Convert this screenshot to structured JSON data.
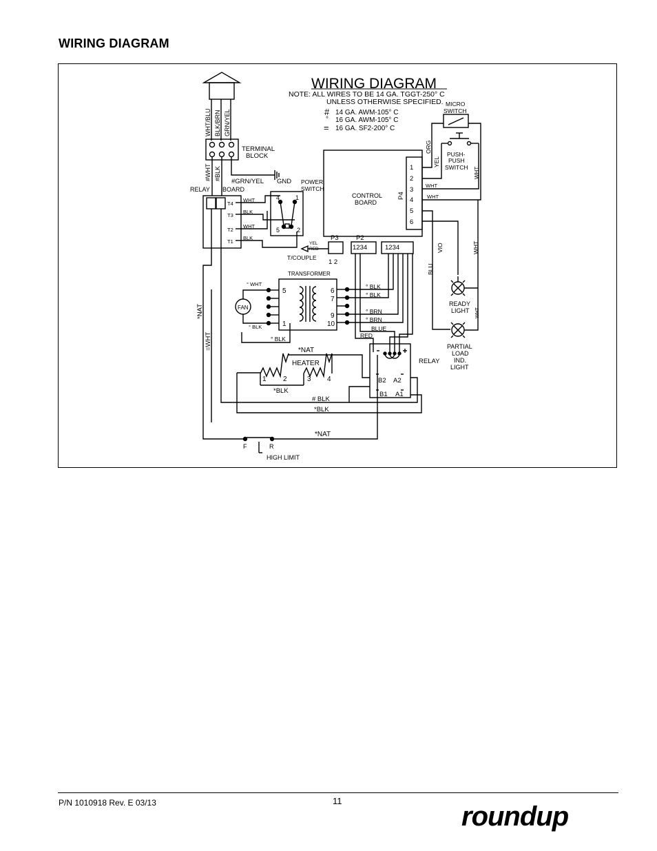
{
  "page": {
    "heading": "WIRING DIAGRAM",
    "footer_part_number": "P/N 1010918 Rev. E 03/13",
    "page_number": "11",
    "brand": "roundup"
  },
  "diagram": {
    "title": "WIRING DIAGRAM",
    "note_line1": "NOTE: ALL WIRES TO BE 14 GA. TGGT-250° C",
    "note_line2": "UNLESS OTHERWISE SPECIFIED.",
    "legend": [
      {
        "symbol": "#",
        "text": "14 GA. AWM-105° C"
      },
      {
        "symbol": "°",
        "text": "16 GA. AWM-105° C"
      },
      {
        "symbol": "=",
        "text": "16 GA. SF2-200° C"
      }
    ],
    "labels": {
      "terminal_block": [
        "TERMINAL",
        "BLOCK"
      ],
      "cord_wires": [
        "WHT/BLU",
        "BLK/BRN",
        "GRN/YEL"
      ],
      "tb_wht": "#WHT",
      "tb_blk": "#BLK",
      "grn_yel": "#GRN/YEL",
      "gnd": "GND",
      "relay": "RELAY",
      "board": "BOARD",
      "relay_terms": [
        "T4",
        "T3",
        "T2",
        "T1"
      ],
      "relay_wires": [
        "WHT",
        "BLK",
        "WHT",
        "BLK"
      ],
      "power_switch": [
        "POWER",
        "SWITCH"
      ],
      "ps_terms": [
        "4",
        "1",
        "5",
        "2"
      ],
      "control_board": [
        "CONTROL",
        "BOARD"
      ],
      "p4": "P4",
      "p4_pins": [
        "1",
        "2",
        "3",
        "4",
        "5",
        "6"
      ],
      "p4_wires": [
        "WHT",
        "WHT"
      ],
      "org": "ORG",
      "yel": "YEL",
      "micro_switch": [
        "MICRO",
        "SWITCH"
      ],
      "push_switch": [
        "PUSH-",
        "PUSH",
        "SWITCH"
      ],
      "wht": "WHT",
      "p3": "P3",
      "p2": "P2",
      "conn_pins": "1234",
      "yel_red": [
        "YEL",
        "RED"
      ],
      "tc_pins": "1 2",
      "t_couple": "T/COUPLE",
      "transformer": "TRANSFORMER",
      "xf_left": [
        "5",
        "1"
      ],
      "xf_right": [
        "6",
        "7",
        "9",
        "10"
      ],
      "xf_wire_wht": "° WHT",
      "xf_wire_blk": "° BLK",
      "blk_below": "° BLK",
      "sec_wires": [
        "° BLK",
        "° BLK",
        "° BRN",
        "° BRN"
      ],
      "fan": "FAN",
      "nat": "*NAT",
      "wht_v": "=WHT",
      "blu": "BLU",
      "vio": "VIO",
      "blue": "BLUE",
      "red": "RED",
      "ready_light": [
        "READY",
        "LIGHT"
      ],
      "partial_load": [
        "PARTIAL",
        "LOAD",
        "IND.",
        "LIGHT"
      ],
      "relay_right": "RELAY",
      "relay_terms_bottom": [
        "B2",
        "A2",
        "B1",
        "A1"
      ],
      "heater": "HEATER",
      "heater_terms": [
        "1",
        "2",
        "3",
        "4"
      ],
      "blk_star": "*BLK",
      "blk_hash": "# BLK",
      "nat_top": "*NAT",
      "nat_bottom": "*NAT",
      "high_limit": "HIGH LIMIT",
      "hl_terms": [
        "F",
        "R"
      ]
    }
  }
}
